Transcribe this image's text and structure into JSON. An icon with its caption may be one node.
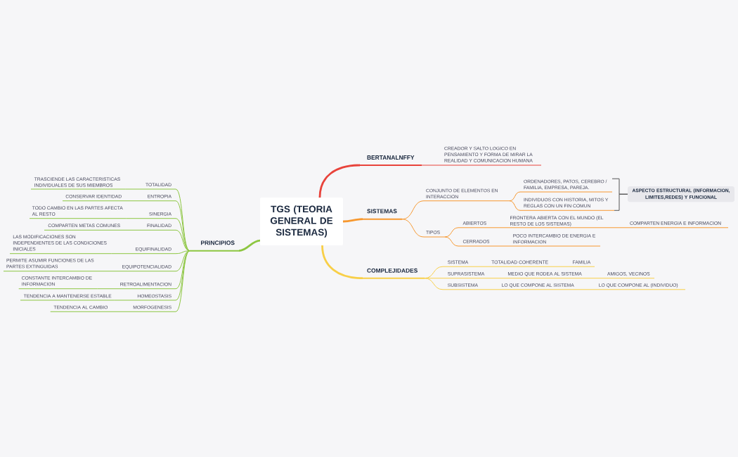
{
  "diagram": {
    "nodes": [
      {
        "text": [
          "TGS (TEORIA GENERAL DE SISTEMAS)"
        ]
      },
      {
        "text": [
          "BERTANALNFFY"
        ]
      },
      {
        "text": [
          "CREADOR Y SALTO LOGICO EN PENSAMIENTO Y FORMA DE MIRAR LA REALIDAD Y COMUNICACION HUMANA"
        ]
      },
      {
        "text": [
          "SISTEMAS"
        ]
      },
      {
        "text": [
          "CONJUNTO DE ELEMENTOS EN INTERACCION"
        ]
      },
      {
        "text": [
          "ORDENADORES, PATOS, CEREBRO / FAMILIA, EMPRESA, PAREJA."
        ]
      },
      {
        "text": [
          "INDIVIDUOS CON HISTORIA, MITOS Y REGLAS CON UN FIN COMUN"
        ]
      },
      {
        "text": [
          "ASPECTO ESTRUCTURAL (INFORMACION, LIMITES,REDES) Y FUNCIONAL"
        ]
      },
      {
        "text": [
          "TIPOS"
        ]
      },
      {
        "text": [
          "ABIERTOS"
        ]
      },
      {
        "text": [
          "FRONTERA ABIERTA CON EL MUNDO (EL RESTO DE LOS SISTEMAS)"
        ]
      },
      {
        "text": [
          "COMPARTEN ENERGIA E INFORMACION"
        ]
      },
      {
        "text": [
          "CERRADOS"
        ]
      },
      {
        "text": [
          "POCO INTERCAMBIO DE ENERGIA E INFORMACION"
        ]
      },
      {
        "text": [
          "COMPLEJIDADES"
        ]
      },
      {
        "text": [
          "SISTEMA"
        ]
      },
      {
        "text": [
          "TOTALIDAD COHERENTE"
        ]
      },
      {
        "text": [
          "FAMILIA"
        ]
      },
      {
        "text": [
          "SUPRASISTEMA"
        ]
      },
      {
        "text": [
          "MEDIO QUE RODEA AL SISTEMA"
        ]
      },
      {
        "text": [
          "AMIGOS, VECINOS"
        ]
      },
      {
        "text": [
          "SUBSISTEMA"
        ]
      },
      {
        "text": [
          "LO QUE COMPONE AL SISTEMA"
        ]
      },
      {
        "text": [
          "LO QUE COMPONE AL (INDIVIDUO)"
        ]
      },
      {
        "text": [
          "PRINCIPIOS"
        ]
      },
      {
        "text": [
          "TOTALIDAD"
        ]
      },
      {
        "text": [
          "TRASCIENDE LAS CARACTERISTICAS INDIVIDUALES DE SUS MIEMBROS"
        ]
      },
      {
        "text": [
          "ENTROPIA"
        ]
      },
      {
        "text": [
          "CONSERVAR IDENTIDAD"
        ]
      },
      {
        "text": [
          "SINERGIA"
        ]
      },
      {
        "text": [
          "TODO CAMBIO EN LAS PARTES AFECTA AL RESTO"
        ]
      },
      {
        "text": [
          "FINALIDAD"
        ]
      },
      {
        "text": [
          "COMPARTEN METAS COMUNES"
        ]
      },
      {
        "text": [
          "EQUIFINALIDAD"
        ]
      },
      {
        "text": [
          "LAS MODIFICACIONES SON INDEPENDIENTES DE LAS CONDICIONES INICIALES"
        ]
      },
      {
        "text": [
          "EQUIPOTENCIALIDAD"
        ]
      },
      {
        "text": [
          "PERMITE ASUMIR FUNCIONES DE LAS PARTES EXTINGUIDAS"
        ]
      },
      {
        "text": [
          "RETROALIMENTACION"
        ]
      },
      {
        "text": [
          "CONSTANTE INTERCAMBIO DE INFORMACION"
        ]
      },
      {
        "text": [
          "HOMEOSTASIS"
        ]
      },
      {
        "text": [
          "TENDENCIA A MANTENERSE ESTABLE"
        ]
      },
      {
        "text": [
          "MORFOGENESIS"
        ]
      },
      {
        "text": [
          "TENDENCIA AL CAMBIO"
        ]
      }
    ],
    "edges": [
      {
        "from": 0,
        "to": 1,
        "arrow": "none",
        "style": "thick",
        "color": "#e8433b"
      },
      {
        "from": 1,
        "to": 2,
        "arrow": "none",
        "color": "#e8433b"
      },
      {
        "from": 0,
        "to": 3,
        "arrow": "none",
        "style": "thick",
        "color": "#f7982f"
      },
      {
        "from": 3,
        "to": 4,
        "arrow": "none",
        "color": "#f7982f"
      },
      {
        "from": 4,
        "to": 5,
        "arrow": "none",
        "color": "#f7982f"
      },
      {
        "from": 4,
        "to": 6,
        "arrow": "none",
        "color": "#f7982f"
      },
      {
        "from": 5,
        "to": 7,
        "arrow": "none",
        "color": "#555555"
      },
      {
        "from": 6,
        "to": 7,
        "arrow": "none",
        "color": "#555555"
      },
      {
        "from": 3,
        "to": 8,
        "arrow": "none",
        "color": "#f7982f"
      },
      {
        "from": 8,
        "to": 9,
        "arrow": "none",
        "color": "#f7982f"
      },
      {
        "from": 9,
        "to": 10,
        "arrow": "none",
        "color": "#f7982f"
      },
      {
        "from": 10,
        "to": 11,
        "arrow": "none",
        "color": "#f7982f"
      },
      {
        "from": 8,
        "to": 12,
        "arrow": "none",
        "color": "#f7982f"
      },
      {
        "from": 12,
        "to": 13,
        "arrow": "none",
        "color": "#f7982f"
      },
      {
        "from": 0,
        "to": 14,
        "arrow": "none",
        "style": "thick",
        "color": "#f8cf48"
      },
      {
        "from": 14,
        "to": 15,
        "arrow": "none",
        "color": "#f8cf48"
      },
      {
        "from": 15,
        "to": 16,
        "arrow": "none",
        "color": "#f8cf48"
      },
      {
        "from": 16,
        "to": 17,
        "arrow": "none",
        "color": "#f8cf48"
      },
      {
        "from": 14,
        "to": 18,
        "arrow": "none",
        "color": "#f8cf48"
      },
      {
        "from": 18,
        "to": 19,
        "arrow": "none",
        "color": "#f8cf48"
      },
      {
        "from": 19,
        "to": 20,
        "arrow": "none",
        "color": "#f8cf48"
      },
      {
        "from": 14,
        "to": 21,
        "arrow": "none",
        "color": "#f8cf48"
      },
      {
        "from": 21,
        "to": 22,
        "arrow": "none",
        "color": "#f8cf48"
      },
      {
        "from": 22,
        "to": 23,
        "arrow": "none",
        "color": "#f8cf48"
      },
      {
        "from": 0,
        "to": 24,
        "arrow": "none",
        "style": "thick"
      },
      {
        "from": 24,
        "to": 25,
        "arrow": "none"
      },
      {
        "from": 25,
        "to": 26,
        "arrow": "none"
      },
      {
        "from": 24,
        "to": 27,
        "arrow": "none"
      },
      {
        "from": 27,
        "to": 28,
        "arrow": "none"
      },
      {
        "from": 24,
        "to": 29,
        "arrow": "none"
      },
      {
        "from": 29,
        "to": 30,
        "arrow": "none"
      },
      {
        "from": 24,
        "to": 31,
        "arrow": "none"
      },
      {
        "from": 31,
        "to": 32,
        "arrow": "none"
      },
      {
        "from": 24,
        "to": 33,
        "arrow": "none"
      },
      {
        "from": 33,
        "to": 34,
        "arrow": "none"
      },
      {
        "from": 24,
        "to": 35,
        "arrow": "none"
      },
      {
        "from": 35,
        "to": 36,
        "arrow": "none"
      },
      {
        "from": 24,
        "to": 37,
        "arrow": "none"
      },
      {
        "from": 37,
        "to": 38,
        "arrow": "none"
      },
      {
        "from": 24,
        "to": 39,
        "arrow": "none"
      },
      {
        "from": 39,
        "to": 40,
        "arrow": "none"
      },
      {
        "from": 24,
        "to": 41,
        "arrow": "none"
      },
      {
        "from": 41,
        "to": 42,
        "arrow": "none"
      }
    ]
  }
}
